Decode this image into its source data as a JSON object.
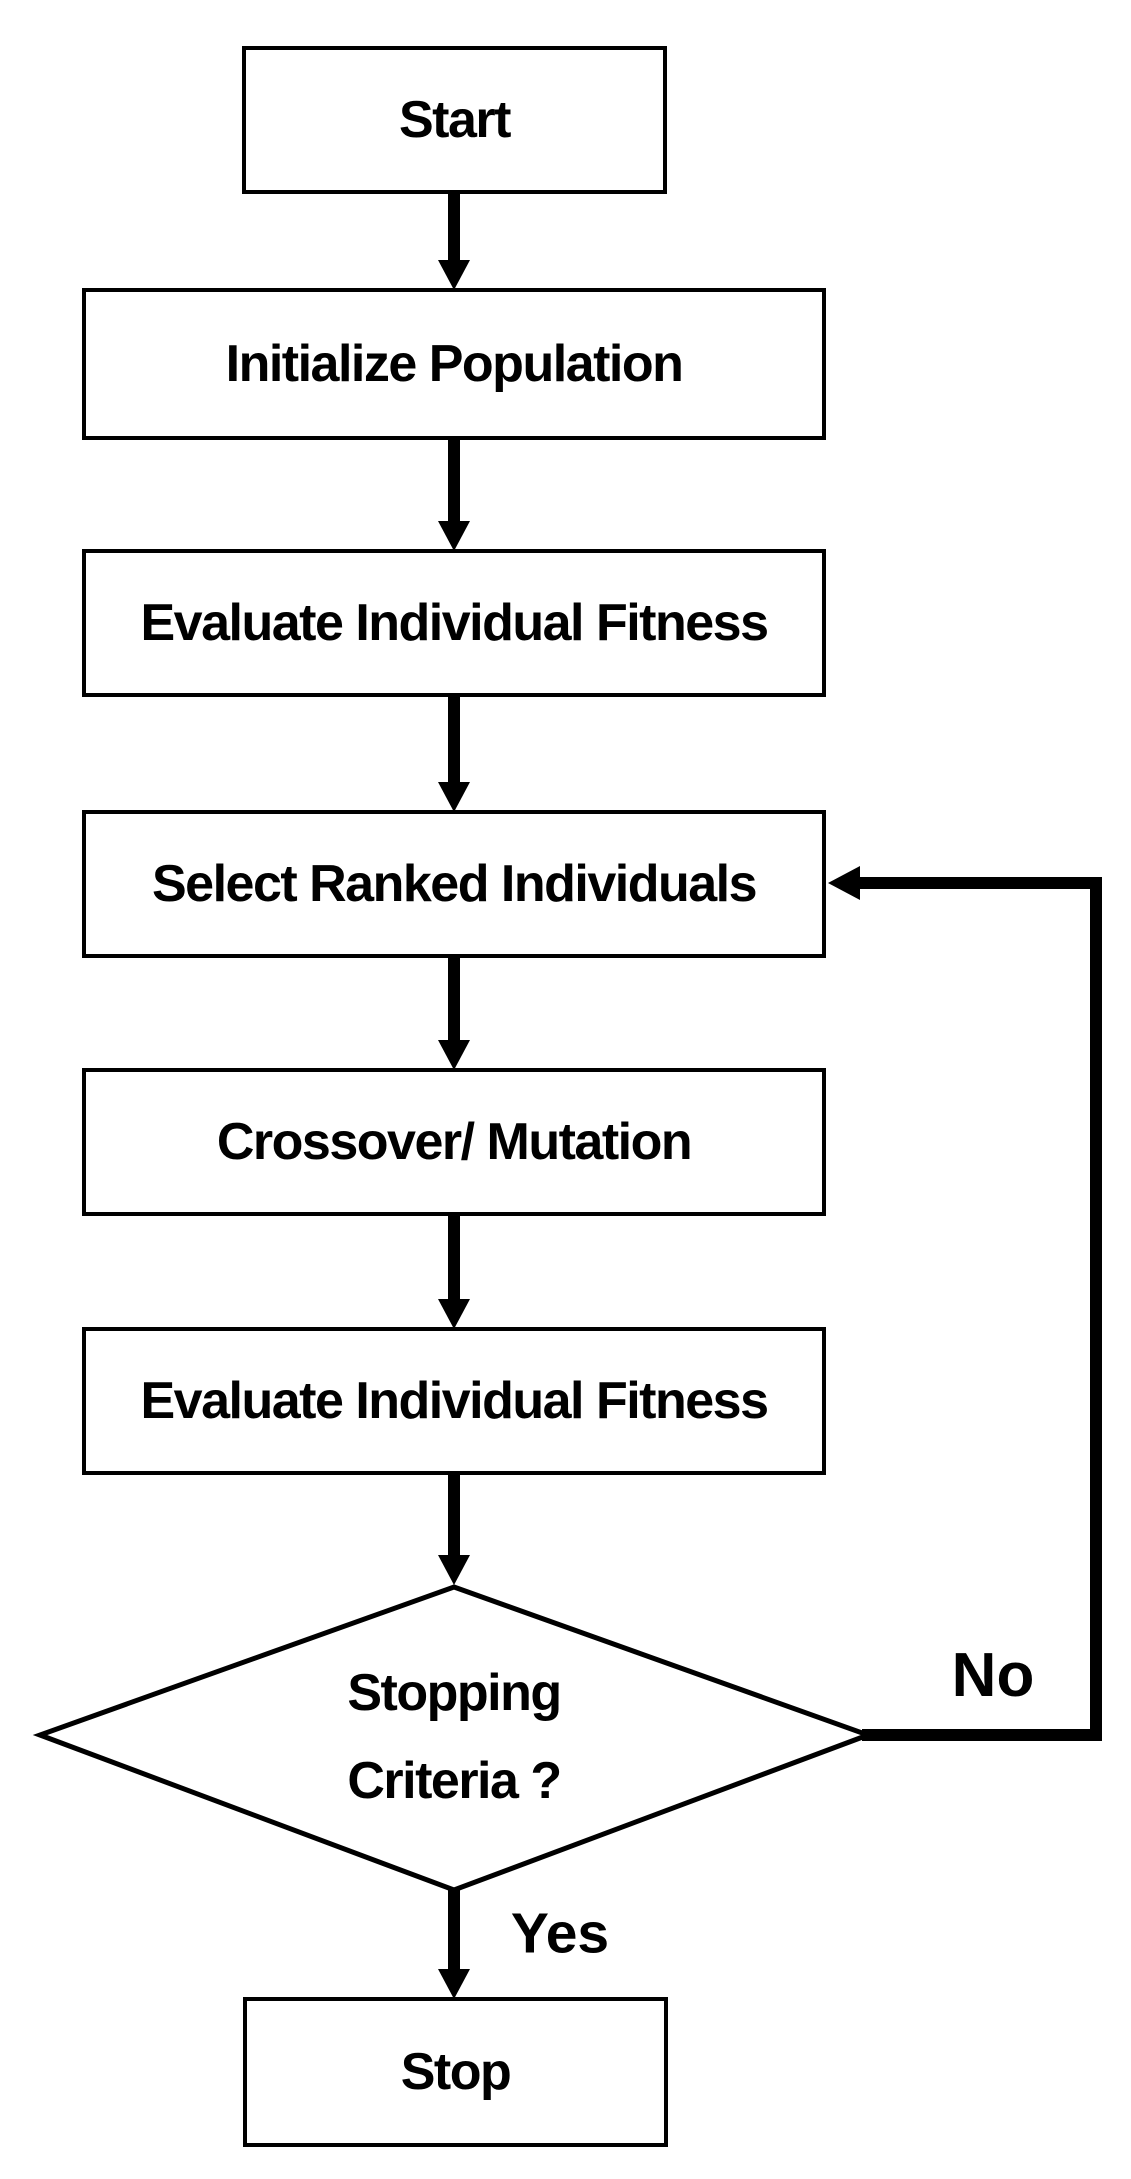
{
  "flowchart": {
    "colors": {
      "ink": "#000000",
      "background": "#ffffff"
    },
    "nodes": {
      "start": {
        "shape": "rect",
        "label": "Start"
      },
      "initialize": {
        "shape": "rect",
        "label": "Initialize Population"
      },
      "evaluate1": {
        "shape": "rect",
        "label": "Evaluate Individual Fitness"
      },
      "select": {
        "shape": "rect",
        "label": "Select Ranked Individuals"
      },
      "crossover": {
        "shape": "rect",
        "label": "Crossover/ Mutation"
      },
      "evaluate2": {
        "shape": "rect",
        "label": "Evaluate Individual Fitness"
      },
      "decision": {
        "shape": "diamond",
        "line1": "Stopping",
        "line2": "Criteria ?"
      },
      "stop": {
        "shape": "rect",
        "label": "Stop"
      }
    },
    "edge_labels": {
      "no": "No",
      "yes": "Yes"
    }
  }
}
